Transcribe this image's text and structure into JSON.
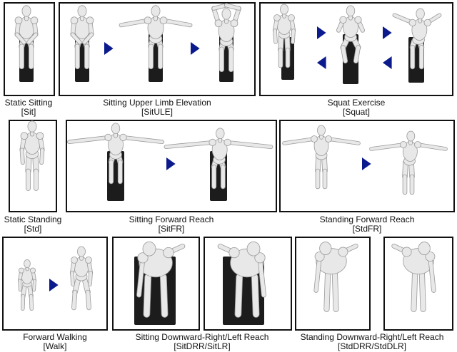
{
  "captions": [
    {
      "name": "Static Sitting",
      "code": "[Sit]"
    },
    {
      "name": "Sitting Upper Limb Elevation",
      "code": "[SitULE]"
    },
    {
      "name": "Squat Exercise",
      "code": "[Squat]"
    },
    {
      "name": "Static Standing",
      "code": "[Std]"
    },
    {
      "name": "Sitting Forward Reach",
      "code": "[SitFR]"
    },
    {
      "name": "Standing Forward Reach",
      "code": "[StdFR]"
    },
    {
      "name": "Forward Walking",
      "code": "[Walk]"
    },
    {
      "name": "Sitting Downward-Right/Left Reach",
      "code": "[SitDRR/SitLR]"
    },
    {
      "name": "Standing Downward-Right/Left Reach",
      "code": "[StdDRR/StdDLR]"
    }
  ],
  "colors": {
    "arrow": "#0b1a8c",
    "chair": "#1c1c1c",
    "body": "#e8e8e8",
    "outline": "#9a9a9a",
    "border": "#111111"
  }
}
